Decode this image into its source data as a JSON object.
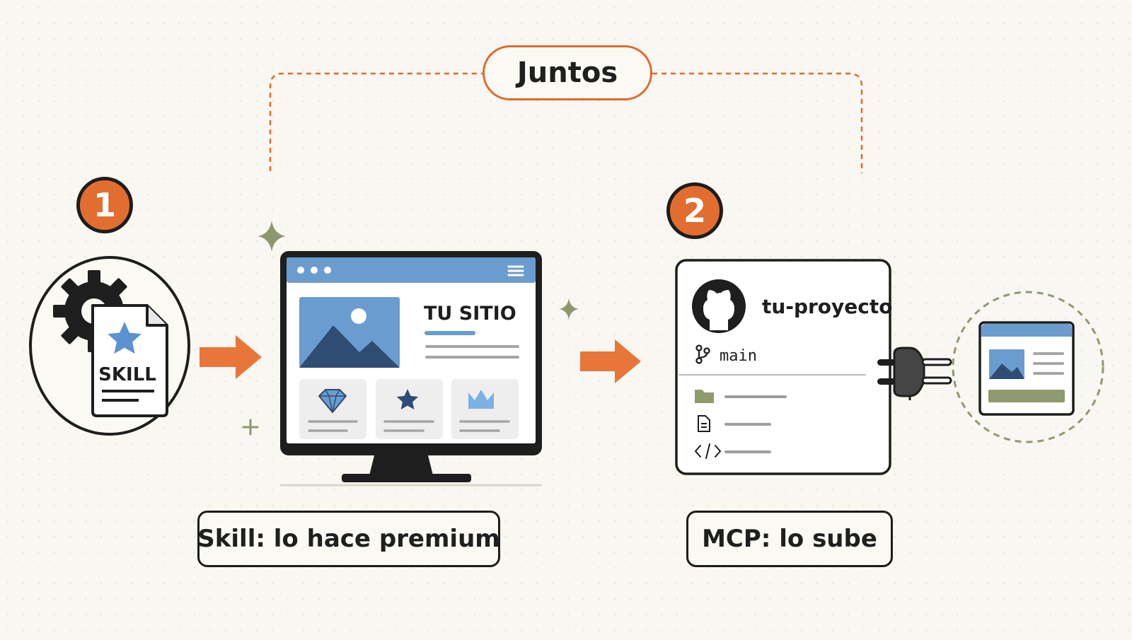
{
  "together": {
    "label": "Juntos"
  },
  "step1": {
    "number": "1",
    "icon_label": "SKILL",
    "caption": "Skill: lo hace premium"
  },
  "website": {
    "title": "TU SITIO"
  },
  "step2": {
    "number": "2",
    "repo_name": "tu-proyecto",
    "branch": "main",
    "caption": "MCP: lo sube"
  },
  "colors": {
    "accent_orange": "#e26d31",
    "site_blue": "#6b9ccf",
    "dark_blue": "#2f4c73",
    "olive": "#8f9a6e",
    "outline": "#1e1e1e"
  },
  "icons": [
    "gear-icon",
    "document-icon",
    "star-icon",
    "github-icon",
    "branch-icon",
    "folder-icon",
    "file-icon",
    "code-icon",
    "plug-icon",
    "diamond-icon",
    "crown-icon",
    "image-icon",
    "menu-icon",
    "sparkle-icon"
  ]
}
